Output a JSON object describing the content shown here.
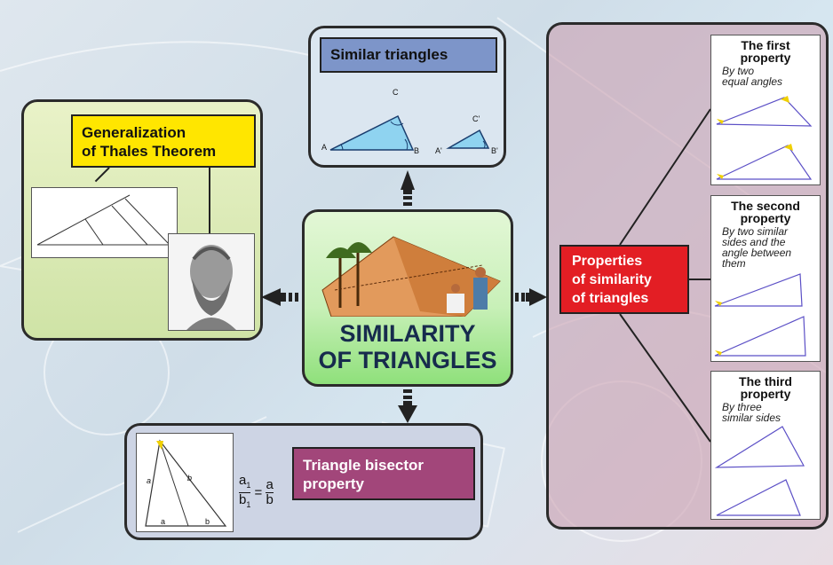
{
  "center": {
    "line1": "SIMILARITY",
    "line2": "OF TRIANGLES"
  },
  "similar": {
    "title": "Similar triangles",
    "labels": {
      "A": "A",
      "B": "B",
      "C": "C",
      "A2": "A'",
      "B2": "B'",
      "C2": "C'"
    }
  },
  "thales": {
    "title_line1": "Generalization",
    "title_line2": "of Thales Theorem"
  },
  "properties": {
    "title_line1": "Properties",
    "title_line2": "of similarity",
    "title_line3": "of triangles",
    "cards": [
      {
        "title1": "The first",
        "title2": "property",
        "desc": [
          "By two",
          "equal angles"
        ]
      },
      {
        "title1": "The second",
        "title2": "property",
        "desc": [
          "By two similar",
          "sides and the",
          "angle between",
          "them"
        ]
      },
      {
        "title1": "The third",
        "title2": "property",
        "desc": [
          "By three",
          "similar sides"
        ]
      }
    ]
  },
  "bisector": {
    "title_line1": "Triangle bisector",
    "title_line2": "property",
    "formula": {
      "num_left": "a",
      "den_left": "b",
      "sub": "1",
      "eq": "=",
      "num_right": "a",
      "den_right": "b"
    },
    "side_a": "a",
    "side_b": "b",
    "base_a1": "a",
    "base_b1": "b"
  },
  "colors": {
    "yellow": "#ffe600",
    "red": "#e31e24",
    "magenta": "#a2467a",
    "blue": "#7d95c9",
    "green_top": "#e3f7d6",
    "green_bottom": "#8fe07b"
  }
}
